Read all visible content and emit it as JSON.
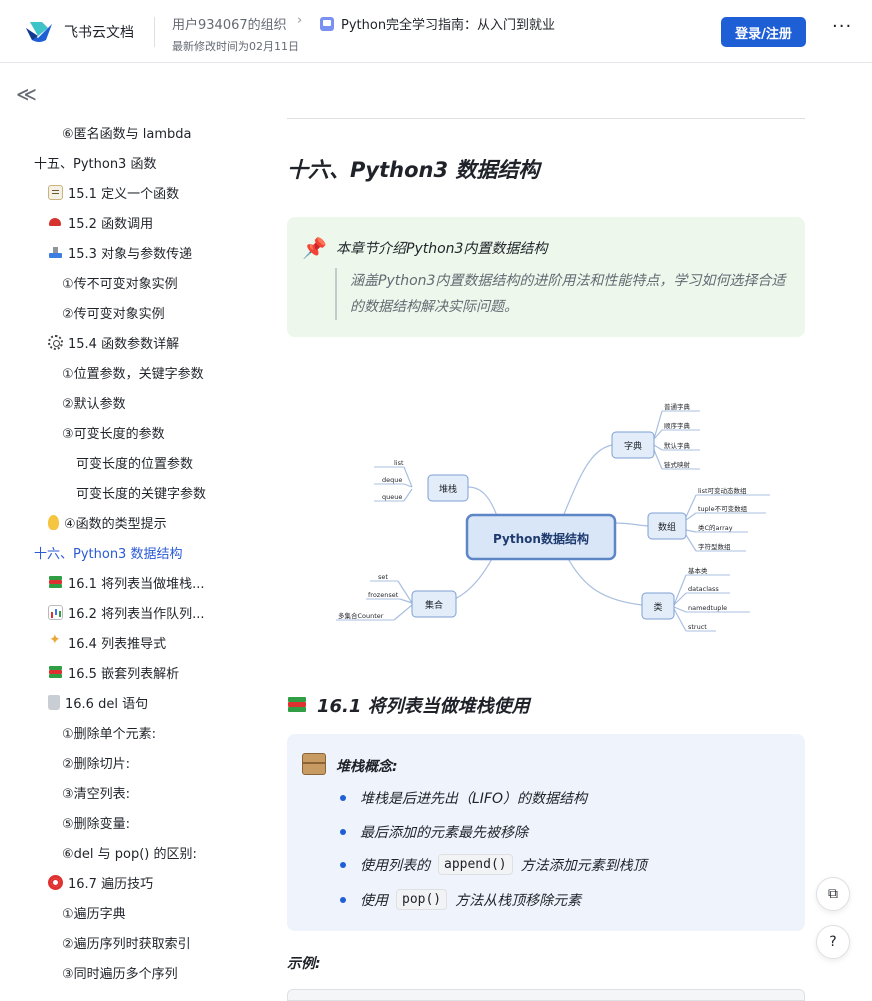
{
  "header": {
    "brand": "飞书云文档",
    "org": "用户934067的组织",
    "doc_title": "Python完全学习指南：从入门到就业",
    "modified": "最新修改时间为02月11日",
    "login": "登录/注册",
    "more": "···"
  },
  "sidebar": {
    "collapse": "≪",
    "items": [
      {
        "label": "⑥匿名函数与 lambda",
        "icon": ""
      },
      {
        "label": "十五、Python3 函数",
        "icon": ""
      },
      {
        "label": "15.1 定义一个函数",
        "icon": "memo-icon"
      },
      {
        "label": "15.2 函数调用",
        "icon": "telephone-icon"
      },
      {
        "label": "15.3 对象与参数传递",
        "icon": "outbox-tray-icon"
      },
      {
        "label": "①传不可变对象实例",
        "icon": ""
      },
      {
        "label": "②传可变对象实例",
        "icon": ""
      },
      {
        "label": "15.4 函数参数详解",
        "icon": "gear-icon"
      },
      {
        "label": "①位置参数，关键字参数",
        "icon": ""
      },
      {
        "label": "②默认参数",
        "icon": ""
      },
      {
        "label": "③可变长度的参数",
        "icon": ""
      },
      {
        "label": "可变长度的位置参数",
        "icon": ""
      },
      {
        "label": "可变长度的关键字参数",
        "icon": ""
      },
      {
        "label": "④函数的类型提示",
        "icon": "light-bulb-icon"
      },
      {
        "label": "十六、Python3 数据结构",
        "icon": ""
      },
      {
        "label": "16.1 将列表当做堆栈...",
        "icon": "books-icon"
      },
      {
        "label": "16.2 将列表当作队列...",
        "icon": "bar-chart-icon"
      },
      {
        "label": "16.4 列表推导式",
        "icon": "sparkles-icon"
      },
      {
        "label": "16.5 嵌套列表解析",
        "icon": "books-icon"
      },
      {
        "label": "16.6 del 语句",
        "icon": "wastebasket-icon"
      },
      {
        "label": "①删除单个元素:",
        "icon": ""
      },
      {
        "label": "②删除切片:",
        "icon": ""
      },
      {
        "label": "③清空列表:",
        "icon": ""
      },
      {
        "label": "⑤删除变量:",
        "icon": ""
      },
      {
        "label": "⑥del 与 pop() 的区别:",
        "icon": ""
      },
      {
        "label": "16.7 遍历技巧",
        "icon": "direct-hit-icon"
      },
      {
        "label": "①遍历字典",
        "icon": ""
      },
      {
        "label": "②遍历序列时获取索引",
        "icon": ""
      },
      {
        "label": "③同时遍历多个序列",
        "icon": ""
      }
    ]
  },
  "main": {
    "heading": "十六、Python3 数据结构",
    "callout": {
      "title": "本章节介绍Python3内置数据结构",
      "quote": "涵盖Python3内置数据结构的进阶用法和性能特点，学习如何选择合适的数据结构解决实际问题。"
    },
    "mindmap": {
      "center": "Python数据结构",
      "branches": {
        "stack": {
          "label": "堆栈",
          "leaves": [
            "list",
            "deque",
            "queue"
          ]
        },
        "set": {
          "label": "集合",
          "leaves": [
            "set",
            "frozenset",
            "多集合Counter"
          ]
        },
        "dict": {
          "label": "字典",
          "leaves": [
            "普通字典",
            "顺序字典",
            "默认字典",
            "链式映射"
          ]
        },
        "array": {
          "label": "数组",
          "leaves": [
            "list可变动态数组",
            "tuple不可变数组",
            "类C的array",
            "字符型数组"
          ]
        },
        "class": {
          "label": "类",
          "leaves": [
            "基本类",
            "dataclass",
            "namedtuple",
            "struct"
          ]
        }
      }
    },
    "section_heading": "16.1 将列表当做堆栈使用",
    "concept": {
      "title": "堆栈概念:",
      "bullets": [
        {
          "text": "堆栈是后进先出（LIFO）的数据结构"
        },
        {
          "text": "最后添加的元素最先被移除"
        },
        {
          "before": "使用列表的",
          "code": "append()",
          "after": "方法添加元素到栈顶"
        },
        {
          "before": "使用",
          "code": "pop()",
          "after": "方法从栈顶移除元素"
        }
      ]
    },
    "example_label": "示例:"
  },
  "floating": {
    "copy": "⧉",
    "help": "?"
  },
  "colors": {
    "accent": "#1f5fd6",
    "active_toc": "#2a5ad7",
    "callout_bg": "#eef7ec",
    "concept_bg": "#eef3fc"
  }
}
